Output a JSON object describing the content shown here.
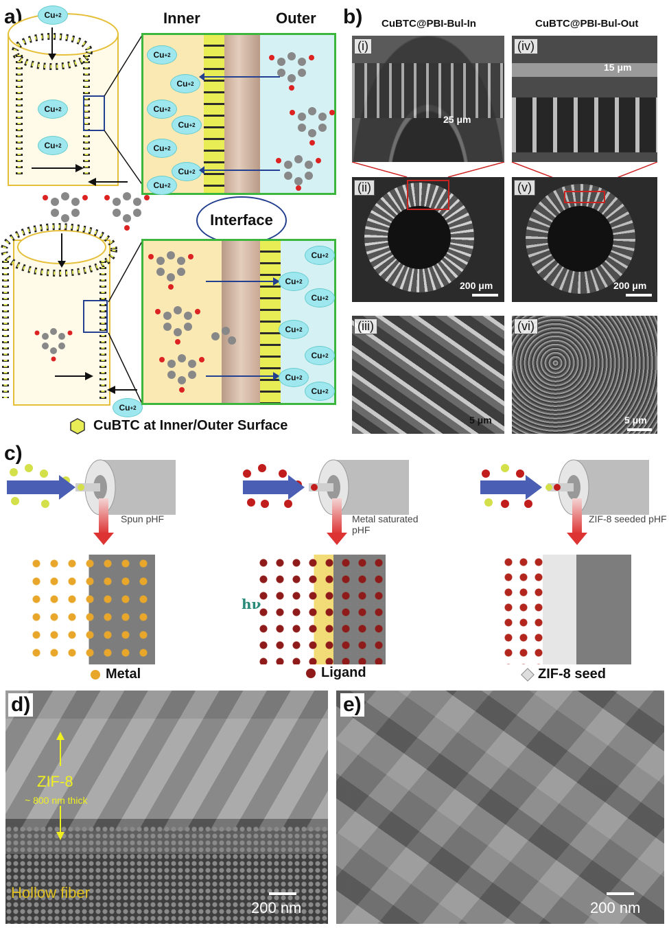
{
  "panel_a": {
    "letter": "a)",
    "inner_label": "Inner",
    "outer_label": "Outer",
    "ion_label": "Cu",
    "ion_charge": "+2",
    "interface_label": "Interface",
    "legend_text": "CuBTC at Inner/Outer Surface",
    "colors": {
      "inner_bg": "#fbe9b4",
      "outer_bg": "#d6f1f4",
      "frame": "#3cb63c",
      "crystal": "#e8ec55"
    }
  },
  "panel_b": {
    "letter": "b)",
    "col1_title": "CuBTC@PBI-Bul-In",
    "col2_title": "CuBTC@PBI-Bul-Out",
    "labels": [
      "(i)",
      "(ii)",
      "(iii)",
      "(iv)",
      "(v)",
      "(vi)"
    ],
    "scale_i": "25 μm",
    "scale_iv": "15 μm",
    "scale_ii": "200 μm",
    "scale_v": "200 μm",
    "scale_iii": "5 μm",
    "scale_vi": "5 μm"
  },
  "panel_c": {
    "letter": "c)",
    "step1_label": "Spun pHF",
    "step2_label": "Metal saturated pHF",
    "step3_label": "ZIF-8 seeded pHF",
    "hv_label": "hν",
    "legend_metal": "Metal",
    "legend_ligand": "Ligand",
    "legend_seed": "ZIF-8 seed"
  },
  "panel_d": {
    "letter": "d)",
    "zif_label": "ZIF-8",
    "thickness_label": "~ 800 nm thick",
    "fiber_label": "Hollow fiber",
    "scale": "200 nm"
  },
  "panel_e": {
    "letter": "e)",
    "scale": "200 nm"
  }
}
